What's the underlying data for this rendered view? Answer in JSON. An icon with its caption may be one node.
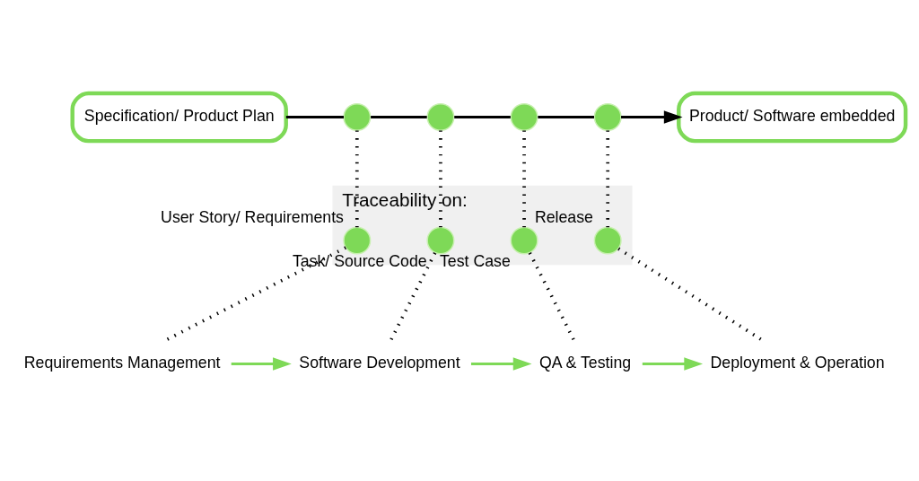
{
  "diagram": {
    "nodes": [
      {
        "text": [
          "Specification/ Product Plan"
        ]
      },
      {
        "text": [],
        "shape": "circle"
      },
      {
        "text": [],
        "shape": "circle"
      },
      {
        "text": [],
        "shape": "circle"
      },
      {
        "text": [],
        "shape": "circle"
      },
      {
        "text": [
          "Product/ Software embedded"
        ]
      },
      {
        "text": [
          "Traceability on:"
        ]
      },
      {
        "text": [],
        "shape": "circle",
        "in": 6,
        "beside": [
          "User Story/ Requirements"
        ]
      },
      {
        "text": [],
        "shape": "circle",
        "in": 6,
        "beside": [
          "Task/ Source Code"
        ]
      },
      {
        "text": [],
        "shape": "circle",
        "in": 6,
        "beside": [
          "Test Case"
        ]
      },
      {
        "text": [],
        "shape": "circle",
        "in": 6,
        "beside": [
          "Release"
        ]
      },
      {
        "text": [
          "Requirements Management"
        ]
      },
      {
        "text": [
          "Software Development"
        ]
      },
      {
        "text": [
          "QA & Testing"
        ]
      },
      {
        "text": [
          "Deployment & Operation"
        ]
      }
    ],
    "edges": [
      {
        "from": 0,
        "to": 1,
        "arrow": "none"
      },
      {
        "from": 1,
        "to": 2,
        "arrow": "none"
      },
      {
        "from": 2,
        "to": 3,
        "arrow": "none"
      },
      {
        "from": 3,
        "to": 4,
        "arrow": "none"
      },
      {
        "from": 4,
        "to": 5,
        "arrow": "to"
      },
      {
        "from": 1,
        "to": 7,
        "arrow": "none",
        "style": "dashed"
      },
      {
        "from": 2,
        "to": 8,
        "arrow": "none",
        "style": "dashed"
      },
      {
        "from": 3,
        "to": 9,
        "arrow": "none",
        "style": "dashed"
      },
      {
        "from": 4,
        "to": 10,
        "arrow": "none",
        "style": "dashed"
      },
      {
        "from": 7,
        "to": 11,
        "arrow": "none",
        "style": "dashed"
      },
      {
        "from": 8,
        "to": 12,
        "arrow": "none",
        "style": "dashed"
      },
      {
        "from": 9,
        "to": 13,
        "arrow": "none",
        "style": "dashed"
      },
      {
        "from": 10,
        "to": 14,
        "arrow": "none",
        "style": "dashed"
      },
      {
        "from": 11,
        "to": 12,
        "arrow": "to",
        "color": "#7ed957"
      },
      {
        "from": 12,
        "to": 13,
        "arrow": "to",
        "color": "#7ed957"
      },
      {
        "from": 13,
        "to": 14,
        "arrow": "to",
        "color": "#7ed957"
      }
    ]
  }
}
